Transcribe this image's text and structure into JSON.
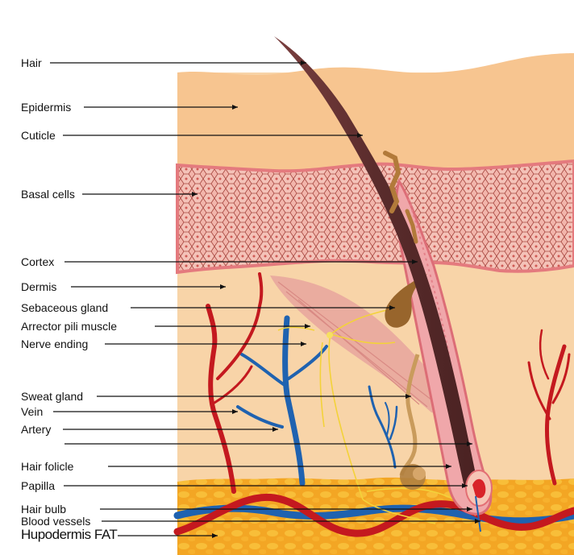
{
  "labels": [
    {
      "id": "hair",
      "text": "Hair"
    },
    {
      "id": "epidermis",
      "text": "Epidermis"
    },
    {
      "id": "cuticle",
      "text": "Cuticle"
    },
    {
      "id": "basal-cells",
      "text": "Basal cells"
    },
    {
      "id": "cortex",
      "text": "Cortex"
    },
    {
      "id": "dermis",
      "text": "Dermis"
    },
    {
      "id": "sebaceous-gland",
      "text": "Sebaceous gland"
    },
    {
      "id": "arrector-pili-muscle",
      "text": "Arrector pili muscle"
    },
    {
      "id": "nerve-ending",
      "text": "Nerve ending"
    },
    {
      "id": "sweat-gland",
      "text": "Sweat gland"
    },
    {
      "id": "vein",
      "text": "Vein"
    },
    {
      "id": "artery",
      "text": "Artery"
    },
    {
      "id": "hair-folicle",
      "text": "Hair folicle"
    },
    {
      "id": "papilla",
      "text": "Papilla"
    },
    {
      "id": "hair-bulb",
      "text": "Hair bulb"
    },
    {
      "id": "blood-vessels",
      "text": "Blood vessels"
    },
    {
      "id": "hypodermis-a",
      "text": "Hupodermis"
    },
    {
      "id": "hypodermis-b",
      "text": "FAT"
    }
  ],
  "colors": {
    "epidermis": "#f6c48f",
    "dermis": "#f8d3a6",
    "basal": "#f1b0a6",
    "cell_line": "#a3413c",
    "hair": "#6b3535",
    "follicle": "#e58c92",
    "fat": "#f3a320",
    "fat_light": "#f9c640",
    "artery": "#c4191f",
    "vein": "#1f62b0",
    "nerve": "#f6d33a",
    "muscle": "#e9a59f",
    "sebaceous": "#9c6a2e",
    "sweat": "#c79a5a"
  }
}
